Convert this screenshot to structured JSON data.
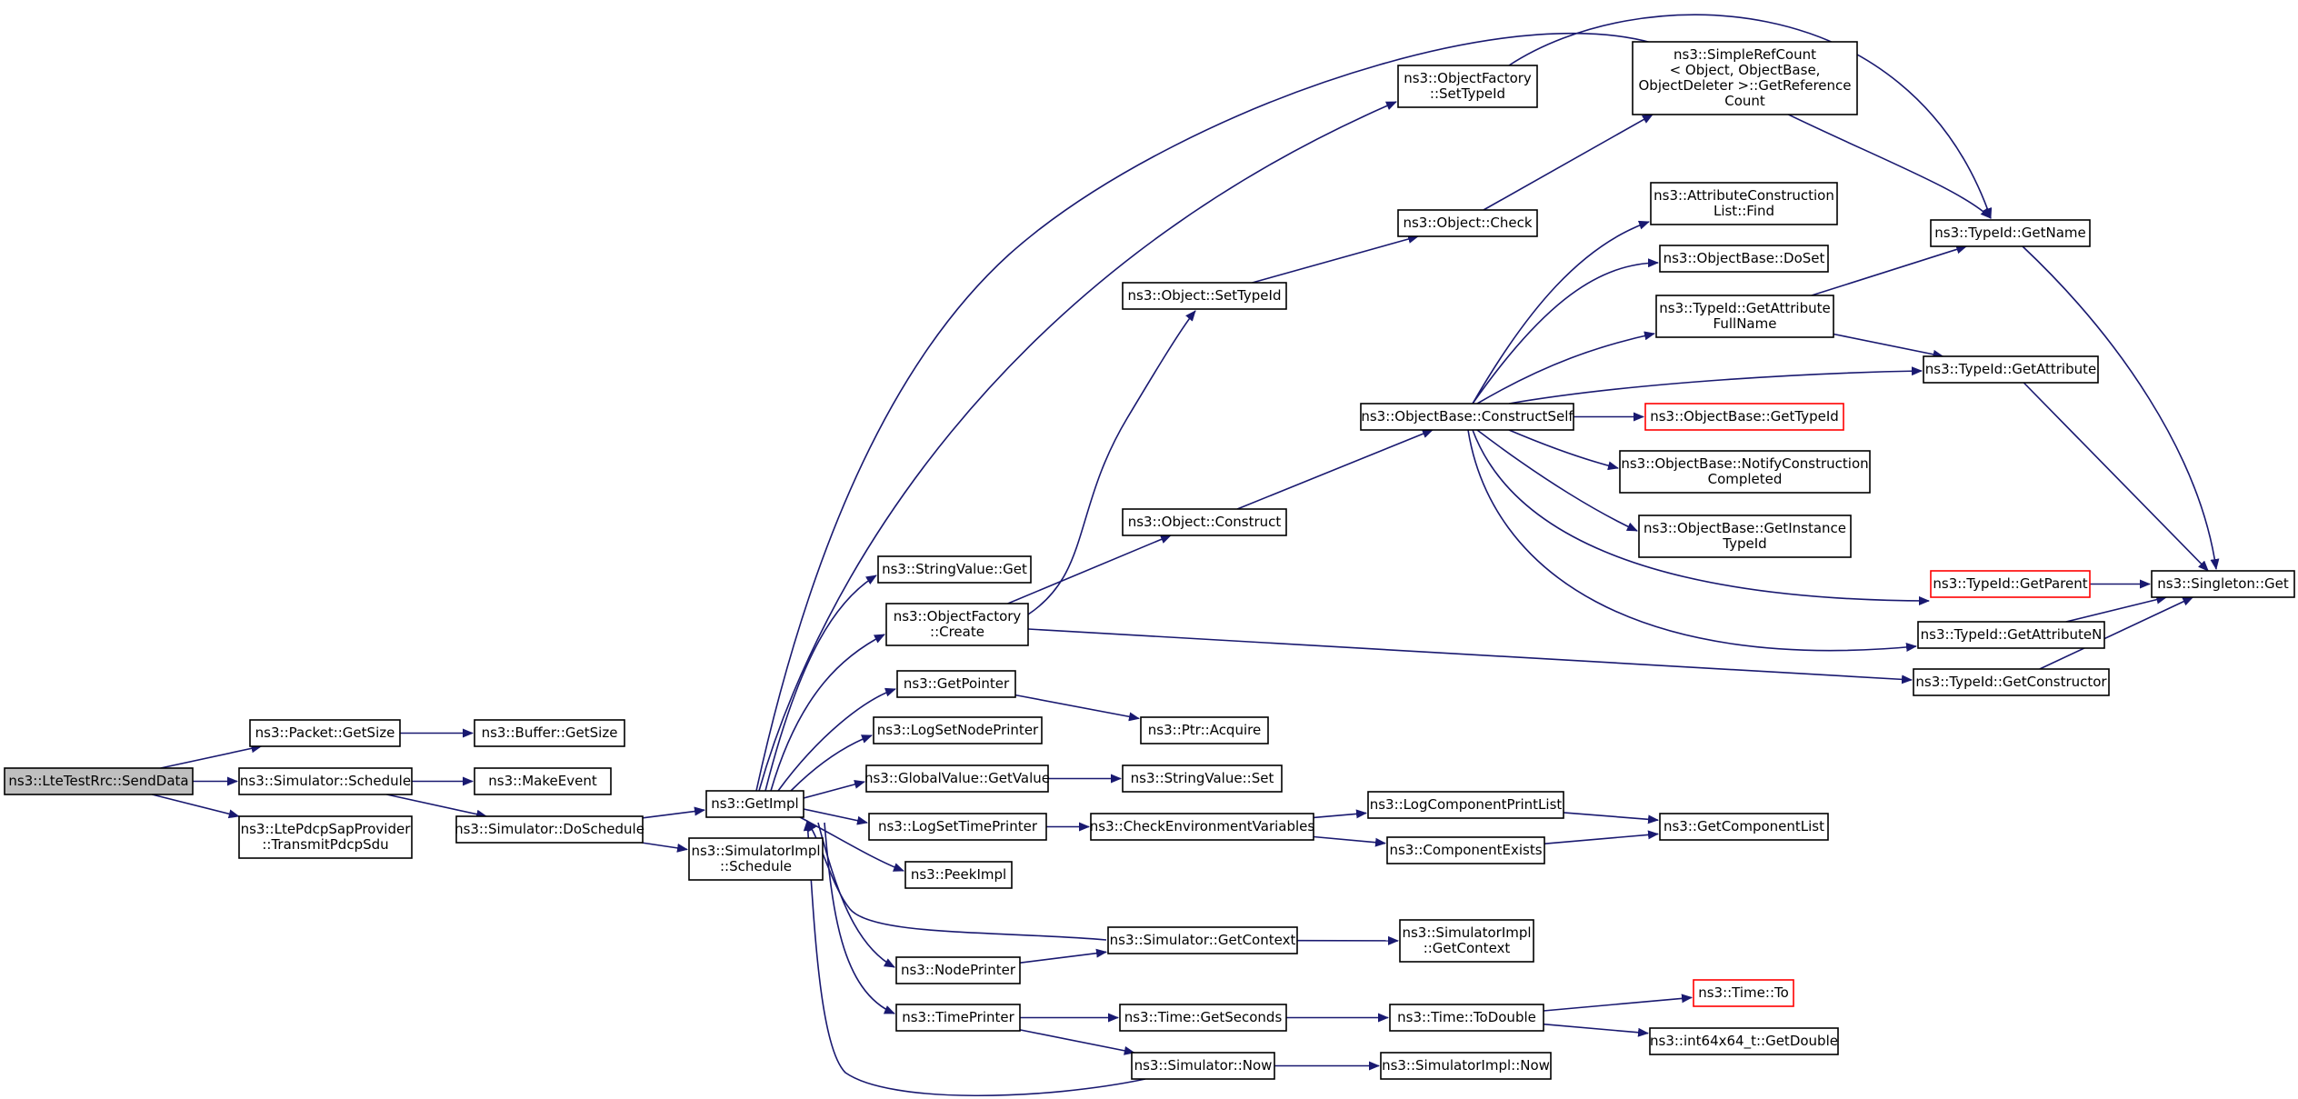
{
  "diagram": {
    "nodes": [
      {
        "id": "n_send",
        "name": "node-lte-test-rrc-send-data",
        "lines": [
          "ns3::LteTestRrc::SendData"
        ],
        "root": true
      },
      {
        "id": "n_pgetsize",
        "name": "node-packet-get-size",
        "lines": [
          "ns3::Packet::GetSize"
        ]
      },
      {
        "id": "n_bgetsize",
        "name": "node-buffer-get-size",
        "lines": [
          "ns3::Buffer::GetSize"
        ]
      },
      {
        "id": "n_schedule",
        "name": "node-simulator-schedule",
        "lines": [
          "ns3::Simulator::Schedule"
        ]
      },
      {
        "id": "n_makeevent",
        "name": "node-make-event",
        "lines": [
          "ns3::MakeEvent"
        ]
      },
      {
        "id": "n_ltepdcp",
        "name": "node-lte-pdcp-sap-provider-transmit-pdcp-sdu",
        "lines": [
          "ns3::LtePdcpSapProvider",
          "::TransmitPdcpSdu"
        ]
      },
      {
        "id": "n_doschedule",
        "name": "node-simulator-do-schedule",
        "lines": [
          "ns3::Simulator::DoSchedule"
        ]
      },
      {
        "id": "n_getimpl",
        "name": "node-get-impl",
        "lines": [
          "ns3::GetImpl"
        ]
      },
      {
        "id": "n_simimplsched",
        "name": "node-simulator-impl-schedule",
        "lines": [
          "ns3::SimulatorImpl",
          "::Schedule"
        ]
      },
      {
        "id": "n_ofsettypeid",
        "name": "node-object-factory-set-type-id",
        "lines": [
          "ns3::ObjectFactory",
          "::SetTypeId"
        ]
      },
      {
        "id": "n_simplerefcount",
        "name": "node-simple-ref-count-get-reference-count",
        "lines": [
          "ns3::SimpleRefCount",
          "< Object, ObjectBase,",
          "ObjectDeleter >::GetReference",
          "Count"
        ]
      },
      {
        "id": "n_objcheck",
        "name": "node-object-check",
        "lines": [
          "ns3::Object::Check"
        ]
      },
      {
        "id": "n_objsettypeid",
        "name": "node-object-set-type-id",
        "lines": [
          "ns3::Object::SetTypeId"
        ]
      },
      {
        "id": "n_attrconstr",
        "name": "node-attribute-construction-list-find",
        "lines": [
          "ns3::AttributeConstruction",
          "List::Find"
        ]
      },
      {
        "id": "n_obdoset",
        "name": "node-object-base-do-set",
        "lines": [
          "ns3::ObjectBase::DoSet"
        ]
      },
      {
        "id": "n_tgetattrfull",
        "name": "node-type-id-get-attribute-full-name",
        "lines": [
          "ns3::TypeId::GetAttribute",
          "FullName"
        ]
      },
      {
        "id": "n_tgetname",
        "name": "node-type-id-get-name",
        "lines": [
          "ns3::TypeId::GetName"
        ]
      },
      {
        "id": "n_tgetattr",
        "name": "node-type-id-get-attribute",
        "lines": [
          "ns3::TypeId::GetAttribute"
        ]
      },
      {
        "id": "n_obconstruct",
        "name": "node-object-base-construct-self",
        "lines": [
          "ns3::ObjectBase::ConstructSelf"
        ]
      },
      {
        "id": "n_obgettypeid",
        "name": "node-object-base-get-type-id",
        "lines": [
          "ns3::ObjectBase::GetTypeId"
        ],
        "red": true
      },
      {
        "id": "n_obnotify",
        "name": "node-object-base-notify-construction-completed",
        "lines": [
          "ns3::ObjectBase::NotifyConstruction",
          "Completed"
        ]
      },
      {
        "id": "n_obinstance",
        "name": "node-object-base-get-instance-type-id",
        "lines": [
          "ns3::ObjectBase::GetInstance",
          "TypeId"
        ]
      },
      {
        "id": "n_objconstruct",
        "name": "node-object-construct",
        "lines": [
          "ns3::Object::Construct"
        ]
      },
      {
        "id": "n_tgetparent",
        "name": "node-type-id-get-parent",
        "lines": [
          "ns3::TypeId::GetParent"
        ],
        "red": true
      },
      {
        "id": "n_singleton",
        "name": "node-singleton-get",
        "lines": [
          "ns3::Singleton::Get"
        ]
      },
      {
        "id": "n_strvalget",
        "name": "node-string-value-get",
        "lines": [
          "ns3::StringValue::Get"
        ]
      },
      {
        "id": "n_ofcreate",
        "name": "node-object-factory-create",
        "lines": [
          "ns3::ObjectFactory",
          "::Create"
        ]
      },
      {
        "id": "n_tgetattrn",
        "name": "node-type-id-get-attribute-n",
        "lines": [
          "ns3::TypeId::GetAttributeN"
        ]
      },
      {
        "id": "n_tgetconstr",
        "name": "node-type-id-get-constructor",
        "lines": [
          "ns3::TypeId::GetConstructor"
        ]
      },
      {
        "id": "n_getpointer",
        "name": "node-get-pointer",
        "lines": [
          "ns3::GetPointer"
        ]
      },
      {
        "id": "n_ptracquire",
        "name": "node-ptr-acquire",
        "lines": [
          "ns3::Ptr::Acquire"
        ]
      },
      {
        "id": "n_logsetnode",
        "name": "node-log-set-node-printer",
        "lines": [
          "ns3::LogSetNodePrinter"
        ]
      },
      {
        "id": "n_gvgetvalue",
        "name": "node-global-value-get-value",
        "lines": [
          "ns3::GlobalValue::GetValue"
        ]
      },
      {
        "id": "n_strvalset",
        "name": "node-string-value-set",
        "lines": [
          "ns3::StringValue::Set"
        ]
      },
      {
        "id": "n_logsettime",
        "name": "node-log-set-time-printer",
        "lines": [
          "ns3::LogSetTimePrinter"
        ]
      },
      {
        "id": "n_checkenv",
        "name": "node-check-environment-variables",
        "lines": [
          "ns3::CheckEnvironmentVariables"
        ]
      },
      {
        "id": "n_logcomplist",
        "name": "node-log-component-print-list",
        "lines": [
          "ns3::LogComponentPrintList"
        ]
      },
      {
        "id": "n_getcomplist",
        "name": "node-get-component-list",
        "lines": [
          "ns3::GetComponentList"
        ]
      },
      {
        "id": "n_compexists",
        "name": "node-component-exists",
        "lines": [
          "ns3::ComponentExists"
        ]
      },
      {
        "id": "n_peekimpl",
        "name": "node-peek-impl",
        "lines": [
          "ns3::PeekImpl"
        ]
      },
      {
        "id": "n_simgetctx",
        "name": "node-simulator-get-context",
        "lines": [
          "ns3::Simulator::GetContext"
        ]
      },
      {
        "id": "n_simimplctx",
        "name": "node-simulator-impl-get-context",
        "lines": [
          "ns3::SimulatorImpl",
          "::GetContext"
        ]
      },
      {
        "id": "n_nodeprinter",
        "name": "node-node-printer",
        "lines": [
          "ns3::NodePrinter"
        ]
      },
      {
        "id": "n_timeprinter",
        "name": "node-time-printer",
        "lines": [
          "ns3::TimePrinter"
        ]
      },
      {
        "id": "n_timegetsec",
        "name": "node-time-get-seconds",
        "lines": [
          "ns3::Time::GetSeconds"
        ]
      },
      {
        "id": "n_timetodouble",
        "name": "node-time-to-double",
        "lines": [
          "ns3::Time::ToDouble"
        ]
      },
      {
        "id": "n_timeto",
        "name": "node-time-to",
        "lines": [
          "ns3::Time::To"
        ],
        "red": true
      },
      {
        "id": "n_int64",
        "name": "node-int64x64-get-double",
        "lines": [
          "ns3::int64x64_t::GetDouble"
        ]
      },
      {
        "id": "n_simnow",
        "name": "node-simulator-now",
        "lines": [
          "ns3::Simulator::Now"
        ]
      },
      {
        "id": "n_simimplnow",
        "name": "node-simulator-impl-now",
        "lines": [
          "ns3::SimulatorImpl::Now"
        ]
      }
    ]
  }
}
